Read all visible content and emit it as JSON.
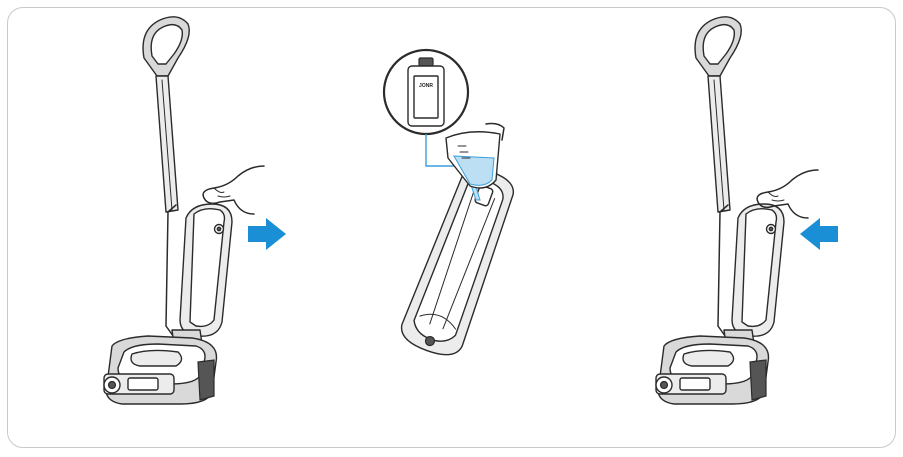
{
  "bottle_label": "JONR",
  "colors": {
    "arrow": "#1a8fd6",
    "water": "#bcdff4",
    "outline": "#2b2b2b",
    "frame_border": "#c9c9c9"
  },
  "steps": [
    {
      "name": "remove-tank",
      "arrow_direction": "right"
    },
    {
      "name": "fill-tank",
      "icons": [
        "cleaning-solution-bottle-icon",
        "measuring-cup-icon"
      ]
    },
    {
      "name": "insert-tank",
      "arrow_direction": "left"
    }
  ]
}
